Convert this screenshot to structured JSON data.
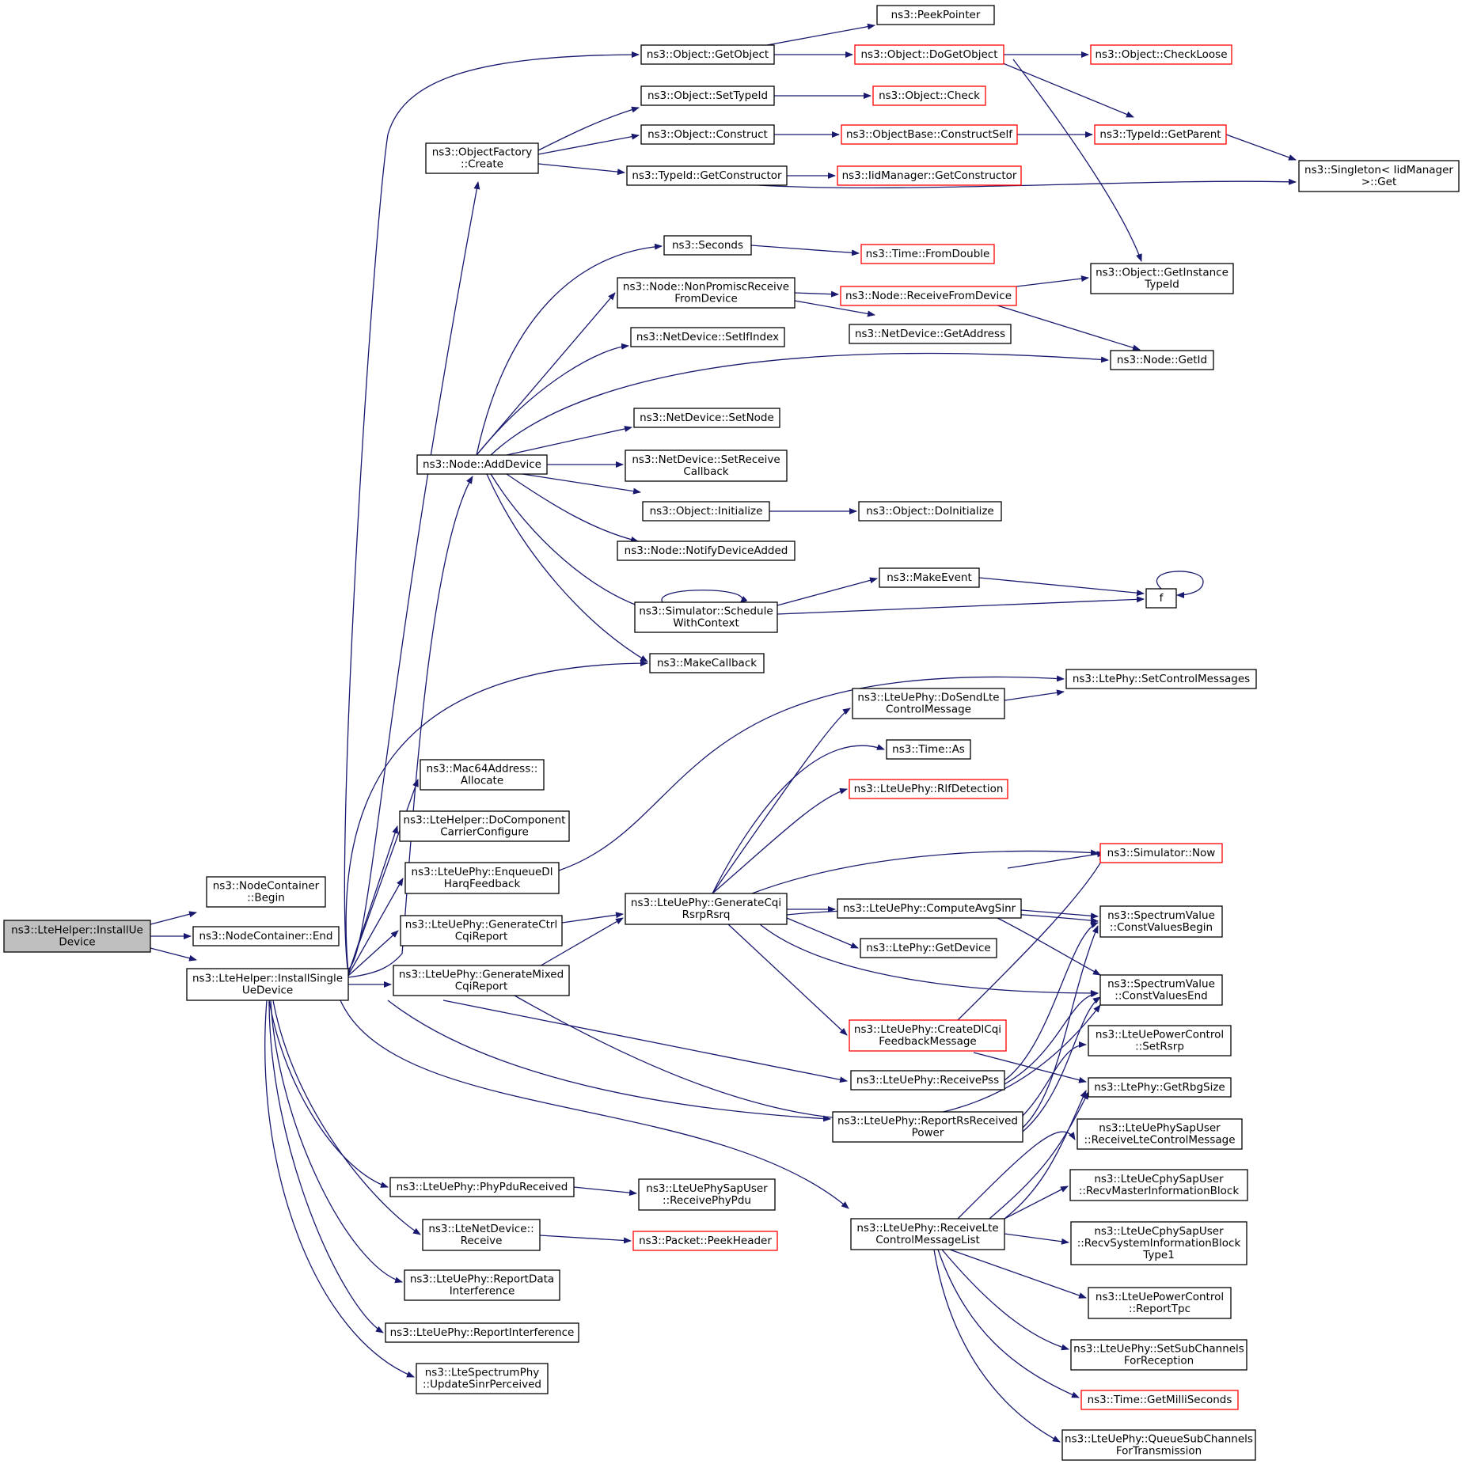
{
  "colors": {
    "edge": "#191970",
    "box_border_normal": "#000000",
    "box_border_truncated": "#ff0000",
    "root_fill": "#bfbfbf",
    "node_fill": "#ffffff"
  },
  "nodes": [
    {
      "id": "root",
      "lines": [
        "ns3::LteHelper::InstallUe",
        "Device"
      ],
      "style": "root"
    },
    {
      "id": "nc_begin",
      "lines": [
        "ns3::NodeContainer",
        "::Begin"
      ],
      "style": "normal"
    },
    {
      "id": "nc_end",
      "lines": [
        "ns3::NodeContainer::End"
      ],
      "style": "normal"
    },
    {
      "id": "install_single",
      "lines": [
        "ns3::LteHelper::InstallSingle",
        "UeDevice"
      ],
      "style": "normal"
    },
    {
      "id": "of_create",
      "lines": [
        "ns3::ObjectFactory",
        "::Create"
      ],
      "style": "normal"
    },
    {
      "id": "obj_getobject",
      "lines": [
        "ns3::Object::GetObject"
      ],
      "style": "normal"
    },
    {
      "id": "peekpointer",
      "lines": [
        "ns3::PeekPointer"
      ],
      "style": "normal"
    },
    {
      "id": "obj_dogetobject",
      "lines": [
        "ns3::Object::DoGetObject"
      ],
      "style": "truncated"
    },
    {
      "id": "obj_checkloose",
      "lines": [
        "ns3::Object::CheckLoose"
      ],
      "style": "truncated"
    },
    {
      "id": "obj_settypeid",
      "lines": [
        "ns3::Object::SetTypeId"
      ],
      "style": "normal"
    },
    {
      "id": "obj_check",
      "lines": [
        "ns3::Object::Check"
      ],
      "style": "truncated"
    },
    {
      "id": "obj_construct",
      "lines": [
        "ns3::Object::Construct"
      ],
      "style": "normal"
    },
    {
      "id": "objbase_constructself",
      "lines": [
        "ns3::ObjectBase::ConstructSelf"
      ],
      "style": "truncated"
    },
    {
      "id": "typeid_getparent",
      "lines": [
        "ns3::TypeId::GetParent"
      ],
      "style": "truncated"
    },
    {
      "id": "singleton_get",
      "lines": [
        "ns3::Singleton< IidManager",
        " >::Get"
      ],
      "style": "normal"
    },
    {
      "id": "typeid_getconstructor",
      "lines": [
        "ns3::TypeId::GetConstructor"
      ],
      "style": "normal"
    },
    {
      "id": "iidmanager_getconstructor",
      "lines": [
        "ns3::IidManager::GetConstructor"
      ],
      "style": "truncated"
    },
    {
      "id": "seconds",
      "lines": [
        "ns3::Seconds"
      ],
      "style": "normal"
    },
    {
      "id": "time_fromdouble",
      "lines": [
        "ns3::Time::FromDouble"
      ],
      "style": "truncated"
    },
    {
      "id": "obj_getinstancetypeid",
      "lines": [
        "ns3::Object::GetInstance",
        "TypeId"
      ],
      "style": "normal"
    },
    {
      "id": "node_nonpromisc",
      "lines": [
        "ns3::Node::NonPromiscReceive",
        "FromDevice"
      ],
      "style": "normal"
    },
    {
      "id": "node_receivefromdevice",
      "lines": [
        "ns3::Node::ReceiveFromDevice"
      ],
      "style": "truncated"
    },
    {
      "id": "netdevice_getaddress",
      "lines": [
        "ns3::NetDevice::GetAddress"
      ],
      "style": "normal"
    },
    {
      "id": "netdevice_setifindex",
      "lines": [
        "ns3::NetDevice::SetIfIndex"
      ],
      "style": "normal"
    },
    {
      "id": "node_getid",
      "lines": [
        "ns3::Node::GetId"
      ],
      "style": "normal"
    },
    {
      "id": "netdevice_setnode",
      "lines": [
        "ns3::NetDevice::SetNode"
      ],
      "style": "normal"
    },
    {
      "id": "node_adddevice",
      "lines": [
        "ns3::Node::AddDevice"
      ],
      "style": "normal"
    },
    {
      "id": "netdevice_setreceivecb",
      "lines": [
        "ns3::NetDevice::SetReceive",
        "Callback"
      ],
      "style": "normal"
    },
    {
      "id": "obj_initialize",
      "lines": [
        "ns3::Object::Initialize"
      ],
      "style": "normal"
    },
    {
      "id": "obj_doinitialize",
      "lines": [
        "ns3::Object::DoInitialize"
      ],
      "style": "normal"
    },
    {
      "id": "node_notifydeviceadded",
      "lines": [
        "ns3::Node::NotifyDeviceAdded"
      ],
      "style": "normal"
    },
    {
      "id": "makeevent",
      "lines": [
        "ns3::MakeEvent"
      ],
      "style": "normal"
    },
    {
      "id": "f",
      "lines": [
        "f"
      ],
      "style": "normal"
    },
    {
      "id": "sim_schedulewithcontext",
      "lines": [
        "ns3::Simulator::Schedule",
        "WithContext"
      ],
      "style": "normal"
    },
    {
      "id": "makecallback",
      "lines": [
        "ns3::MakeCallback"
      ],
      "style": "normal"
    },
    {
      "id": "ltephy_setcontrolmessages",
      "lines": [
        "ns3::LtePhy::SetControlMessages"
      ],
      "style": "normal"
    },
    {
      "id": "lteuephy_dosendlte",
      "lines": [
        "ns3::LteUePhy::DoSendLte",
        "ControlMessage"
      ],
      "style": "normal"
    },
    {
      "id": "time_as",
      "lines": [
        "ns3::Time::As"
      ],
      "style": "normal"
    },
    {
      "id": "mac64_allocate",
      "lines": [
        "ns3::Mac64Address::",
        "Allocate"
      ],
      "style": "normal"
    },
    {
      "id": "ltehelper_docomponent",
      "lines": [
        "ns3::LteHelper::DoComponent",
        "CarrierConfigure"
      ],
      "style": "normal"
    },
    {
      "id": "lteuephy_rlfdetection",
      "lines": [
        "ns3::LteUePhy::RlfDetection"
      ],
      "style": "truncated"
    },
    {
      "id": "lteuephy_enqueuedl",
      "lines": [
        "ns3::LteUePhy::EnqueueDl",
        "HarqFeedback"
      ],
      "style": "normal"
    },
    {
      "id": "sim_now",
      "lines": [
        "ns3::Simulator::Now"
      ],
      "style": "truncated"
    },
    {
      "id": "lteuephy_generatectrl",
      "lines": [
        "ns3::LteUePhy::GenerateCtrl",
        "CqiReport"
      ],
      "style": "normal"
    },
    {
      "id": "lteuephy_generatecqi",
      "lines": [
        "ns3::LteUePhy::GenerateCqi",
        "RsrpRsrq"
      ],
      "style": "normal"
    },
    {
      "id": "lteuephy_computeavgsinr",
      "lines": [
        "ns3::LteUePhy::ComputeAvgSinr"
      ],
      "style": "normal"
    },
    {
      "id": "sv_constvaluesbegin",
      "lines": [
        "ns3::SpectrumValue",
        "::ConstValuesBegin"
      ],
      "style": "normal"
    },
    {
      "id": "ltephy_getdevice",
      "lines": [
        "ns3::LtePhy::GetDevice"
      ],
      "style": "normal"
    },
    {
      "id": "lteuephy_generatemixed",
      "lines": [
        "ns3::LteUePhy::GenerateMixed",
        "CqiReport"
      ],
      "style": "normal"
    },
    {
      "id": "sv_constvaluesend",
      "lines": [
        "ns3::SpectrumValue",
        "::ConstValuesEnd"
      ],
      "style": "normal"
    },
    {
      "id": "lteuephy_createdlcqi",
      "lines": [
        "ns3::LteUePhy::CreateDlCqi",
        "FeedbackMessage"
      ],
      "style": "truncated"
    },
    {
      "id": "lteuepowercontrol_setrsrp",
      "lines": [
        "ns3::LteUePowerControl",
        "::SetRsrp"
      ],
      "style": "normal"
    },
    {
      "id": "lteuephy_receivepss",
      "lines": [
        "ns3::LteUePhy::ReceivePss"
      ],
      "style": "normal"
    },
    {
      "id": "ltephy_getrbgsize",
      "lines": [
        "ns3::LtePhy::GetRbgSize"
      ],
      "style": "normal"
    },
    {
      "id": "lteuephy_reportrsreceived",
      "lines": [
        "ns3::LteUePhy::ReportRsReceived",
        "Power"
      ],
      "style": "normal"
    },
    {
      "id": "sapuser_receivelte",
      "lines": [
        "ns3::LteUePhySapUser",
        "::ReceiveLteControlMessage"
      ],
      "style": "normal"
    },
    {
      "id": "lteuephy_phypdureceived",
      "lines": [
        "ns3::LteUePhy::PhyPduReceived"
      ],
      "style": "normal"
    },
    {
      "id": "sapuser_receivephypdu",
      "lines": [
        "ns3::LteUePhySapUser",
        "::ReceivePhyPdu"
      ],
      "style": "normal"
    },
    {
      "id": "cphysapuser_recvmaster",
      "lines": [
        "ns3::LteUeCphySapUser",
        "::RecvMasterInformationBlock"
      ],
      "style": "normal"
    },
    {
      "id": "ltenetdevice_receive",
      "lines": [
        "ns3::LteNetDevice::",
        "Receive"
      ],
      "style": "normal"
    },
    {
      "id": "packet_peekheader",
      "lines": [
        "ns3::Packet::PeekHeader"
      ],
      "style": "truncated"
    },
    {
      "id": "lteuephy_receiveltecontrol",
      "lines": [
        "ns3::LteUePhy::ReceiveLte",
        "ControlMessageList"
      ],
      "style": "normal"
    },
    {
      "id": "cphysapuser_recvsystem",
      "lines": [
        "ns3::LteUeCphySapUser",
        "::RecvSystemInformationBlock",
        "Type1"
      ],
      "style": "normal"
    },
    {
      "id": "lteuephy_reportdatainterference",
      "lines": [
        "ns3::LteUePhy::ReportData",
        "Interference"
      ],
      "style": "normal"
    },
    {
      "id": "lteuepowercontrol_reporttpc",
      "lines": [
        "ns3::LteUePowerControl",
        "::ReportTpc"
      ],
      "style": "normal"
    },
    {
      "id": "lteuephy_reportinterference",
      "lines": [
        "ns3::LteUePhy::ReportInterference"
      ],
      "style": "normal"
    },
    {
      "id": "lteuephy_setsubchannels",
      "lines": [
        "ns3::LteUePhy::SetSubChannels",
        "ForReception"
      ],
      "style": "normal"
    },
    {
      "id": "ltespectrumphy_updatesinr",
      "lines": [
        "ns3::LteSpectrumPhy",
        "::UpdateSinrPerceived"
      ],
      "style": "normal"
    },
    {
      "id": "time_getmilliseconds",
      "lines": [
        "ns3::Time::GetMilliSeconds"
      ],
      "style": "truncated"
    },
    {
      "id": "lteuephy_queuesubchannels",
      "lines": [
        "ns3::LteUePhy::QueueSubChannels",
        "ForTransmission"
      ],
      "style": "normal"
    }
  ]
}
